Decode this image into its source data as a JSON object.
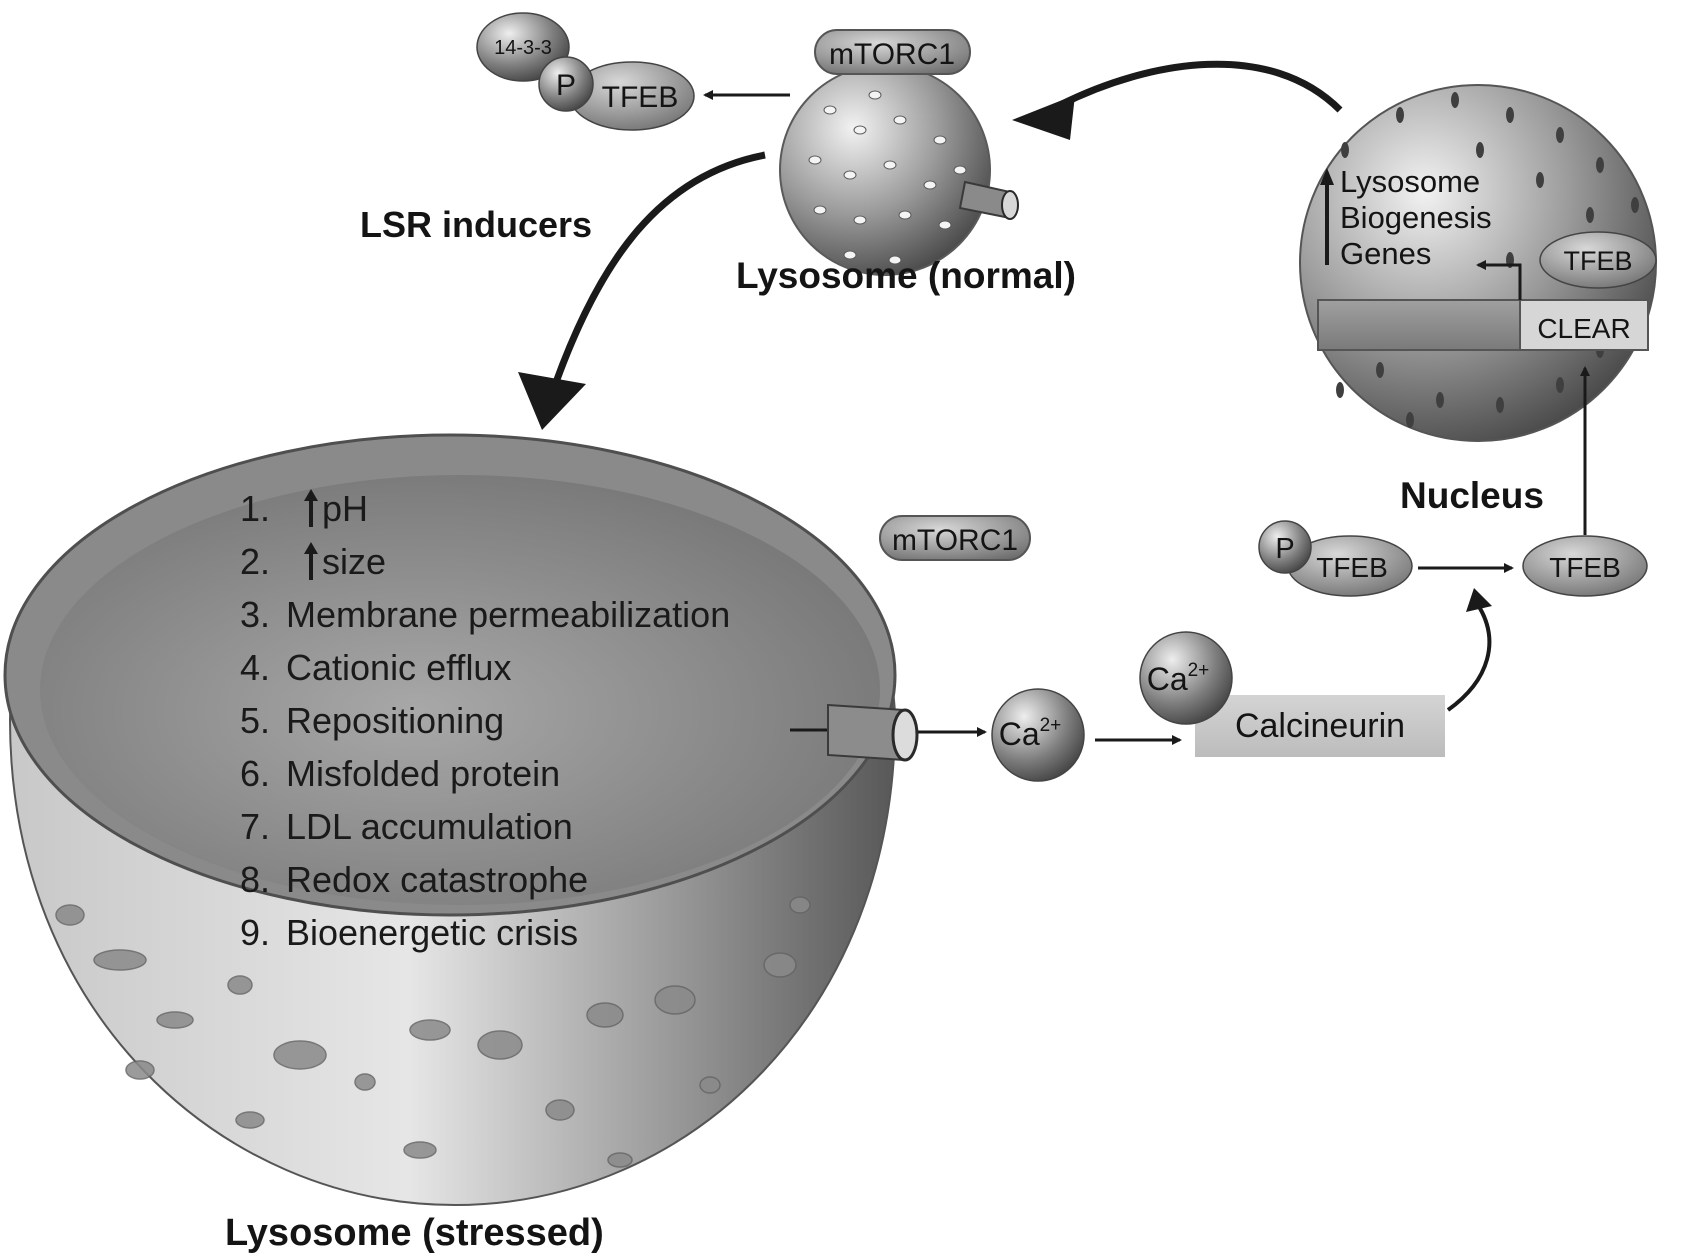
{
  "labels": {
    "lysosome_normal": "Lysosome (normal)",
    "lysosome_stressed": "Lysosome (stressed)",
    "lsr_inducers": "LSR inducers",
    "nucleus": "Nucleus",
    "mtorc1_top": "mTORC1",
    "mtorc1_mid": "mTORC1",
    "protein_1433": "14-3-3",
    "p_top": "P",
    "tfeb_top": "TFEB",
    "p_right": "P",
    "tfeb_phospho": "TFEB",
    "tfeb_free": "TFEB",
    "tfeb_nucleus": "TFEB",
    "clear": "CLEAR",
    "genes_line1": "Lysosome",
    "genes_line2": "Biogenesis",
    "genes_line3": "Genes",
    "ca_free_base": "Ca",
    "ca_free_sup": "2+",
    "ca_bound_base": "Ca",
    "ca_bound_sup": "2+",
    "calcineurin": "Calcineurin"
  },
  "stress_list": [
    {
      "num": "1.",
      "text": "pH",
      "up_arrow": true
    },
    {
      "num": "2.",
      "text": "size",
      "up_arrow": true
    },
    {
      "num": "3.",
      "text": "Membrane permeabilization",
      "up_arrow": false
    },
    {
      "num": "4.",
      "text": "Cationic efflux",
      "up_arrow": false
    },
    {
      "num": "5.",
      "text": "Repositioning",
      "up_arrow": false
    },
    {
      "num": "6.",
      "text": "Misfolded protein",
      "up_arrow": false
    },
    {
      "num": "7.",
      "text": "LDL accumulation",
      "up_arrow": false
    },
    {
      "num": "8.",
      "text": "Redox catastrophe",
      "up_arrow": false
    },
    {
      "num": "9.",
      "text": "Bioenergetic crisis",
      "up_arrow": false
    }
  ]
}
